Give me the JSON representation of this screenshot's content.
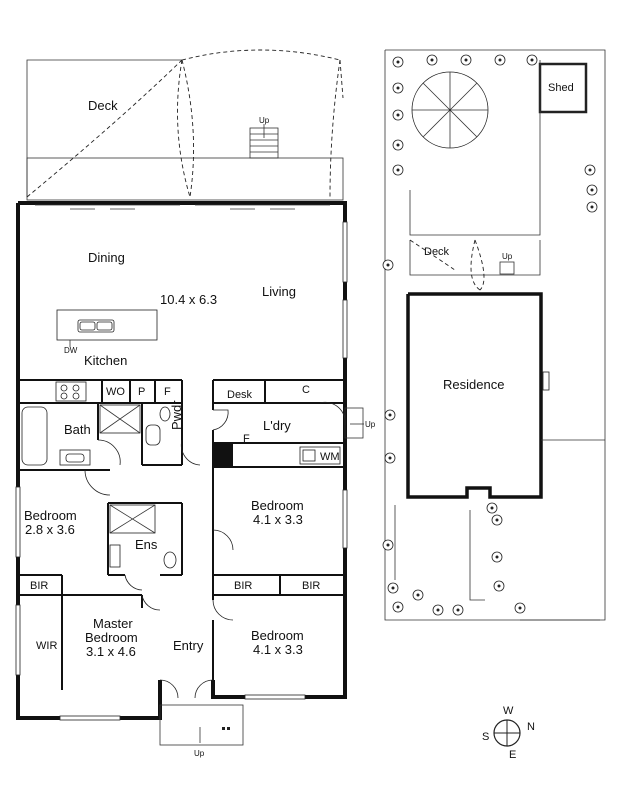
{
  "floor_plan": {
    "rooms": {
      "deck": "Deck",
      "dining": "Dining",
      "living": "Living",
      "kitchen": "Kitchen",
      "main_dims": "10.4 x 6.3",
      "dw": "DW",
      "wo": "WO",
      "p": "P",
      "f1": "F",
      "desk": "Desk",
      "c": "C",
      "laundry": "L'dry",
      "f2": "F",
      "wm": "WM",
      "bath": "Bath",
      "pwdr": "Pwdr",
      "bed2_name": "Bedroom",
      "bed2_dims": "2.8 x 3.6",
      "ens": "Ens",
      "bed3_name": "Bedroom",
      "bed3_dims": "4.1 x 3.3",
      "bir1": "BIR",
      "bir2": "BIR",
      "bir3": "BIR",
      "wir": "WIR",
      "master_name": "Master",
      "master_name2": "Bedroom",
      "master_dims": "3.1 x 4.6",
      "entry": "Entry",
      "bed4_name": "Bedroom",
      "bed4_dims": "4.1 x 3.3"
    },
    "stairs": {
      "up_deck": "Up",
      "up_laundry": "Up",
      "up_entry": "Up"
    }
  },
  "site_plan": {
    "shed": "Shed",
    "deck": "Deck",
    "up": "Up",
    "residence": "Residence"
  },
  "compass": {
    "w": "W",
    "s": "S",
    "n": "N",
    "e": "E"
  }
}
